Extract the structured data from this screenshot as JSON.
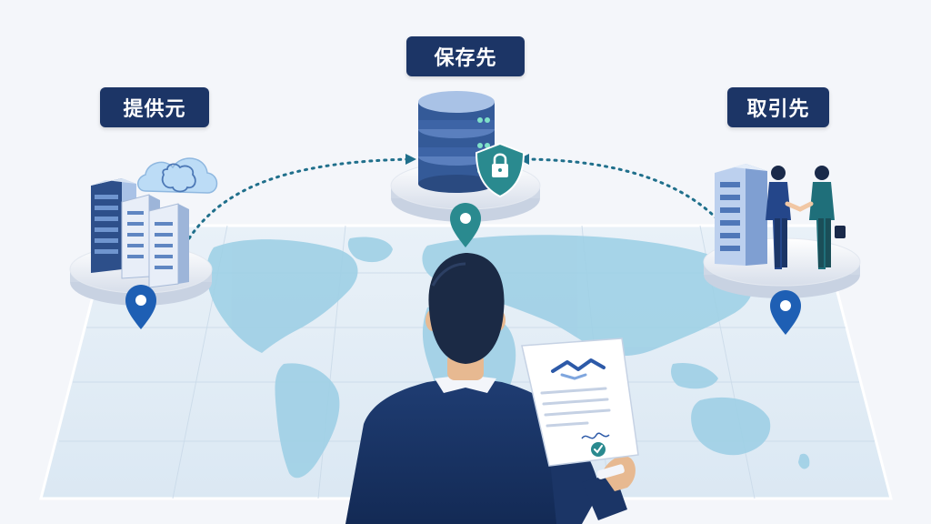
{
  "labels": {
    "provider": "提供元",
    "storage": "保存先",
    "partner": "取引先"
  },
  "icons": [
    "server-rack-icon",
    "cloud-brain-icon",
    "database-icon",
    "shield-lock-icon",
    "handshake-icon",
    "location-pin-icon",
    "office-building-icon",
    "person-icon",
    "document-icon",
    "checkmark-icon"
  ],
  "colors": {
    "label_bg": "#1c3566",
    "label_text": "#ffffff",
    "map_land": "#9fd0e6",
    "flow_line": "#1f6f8b",
    "pin": "#1e5fb4",
    "shield": "#2a8a8f"
  }
}
